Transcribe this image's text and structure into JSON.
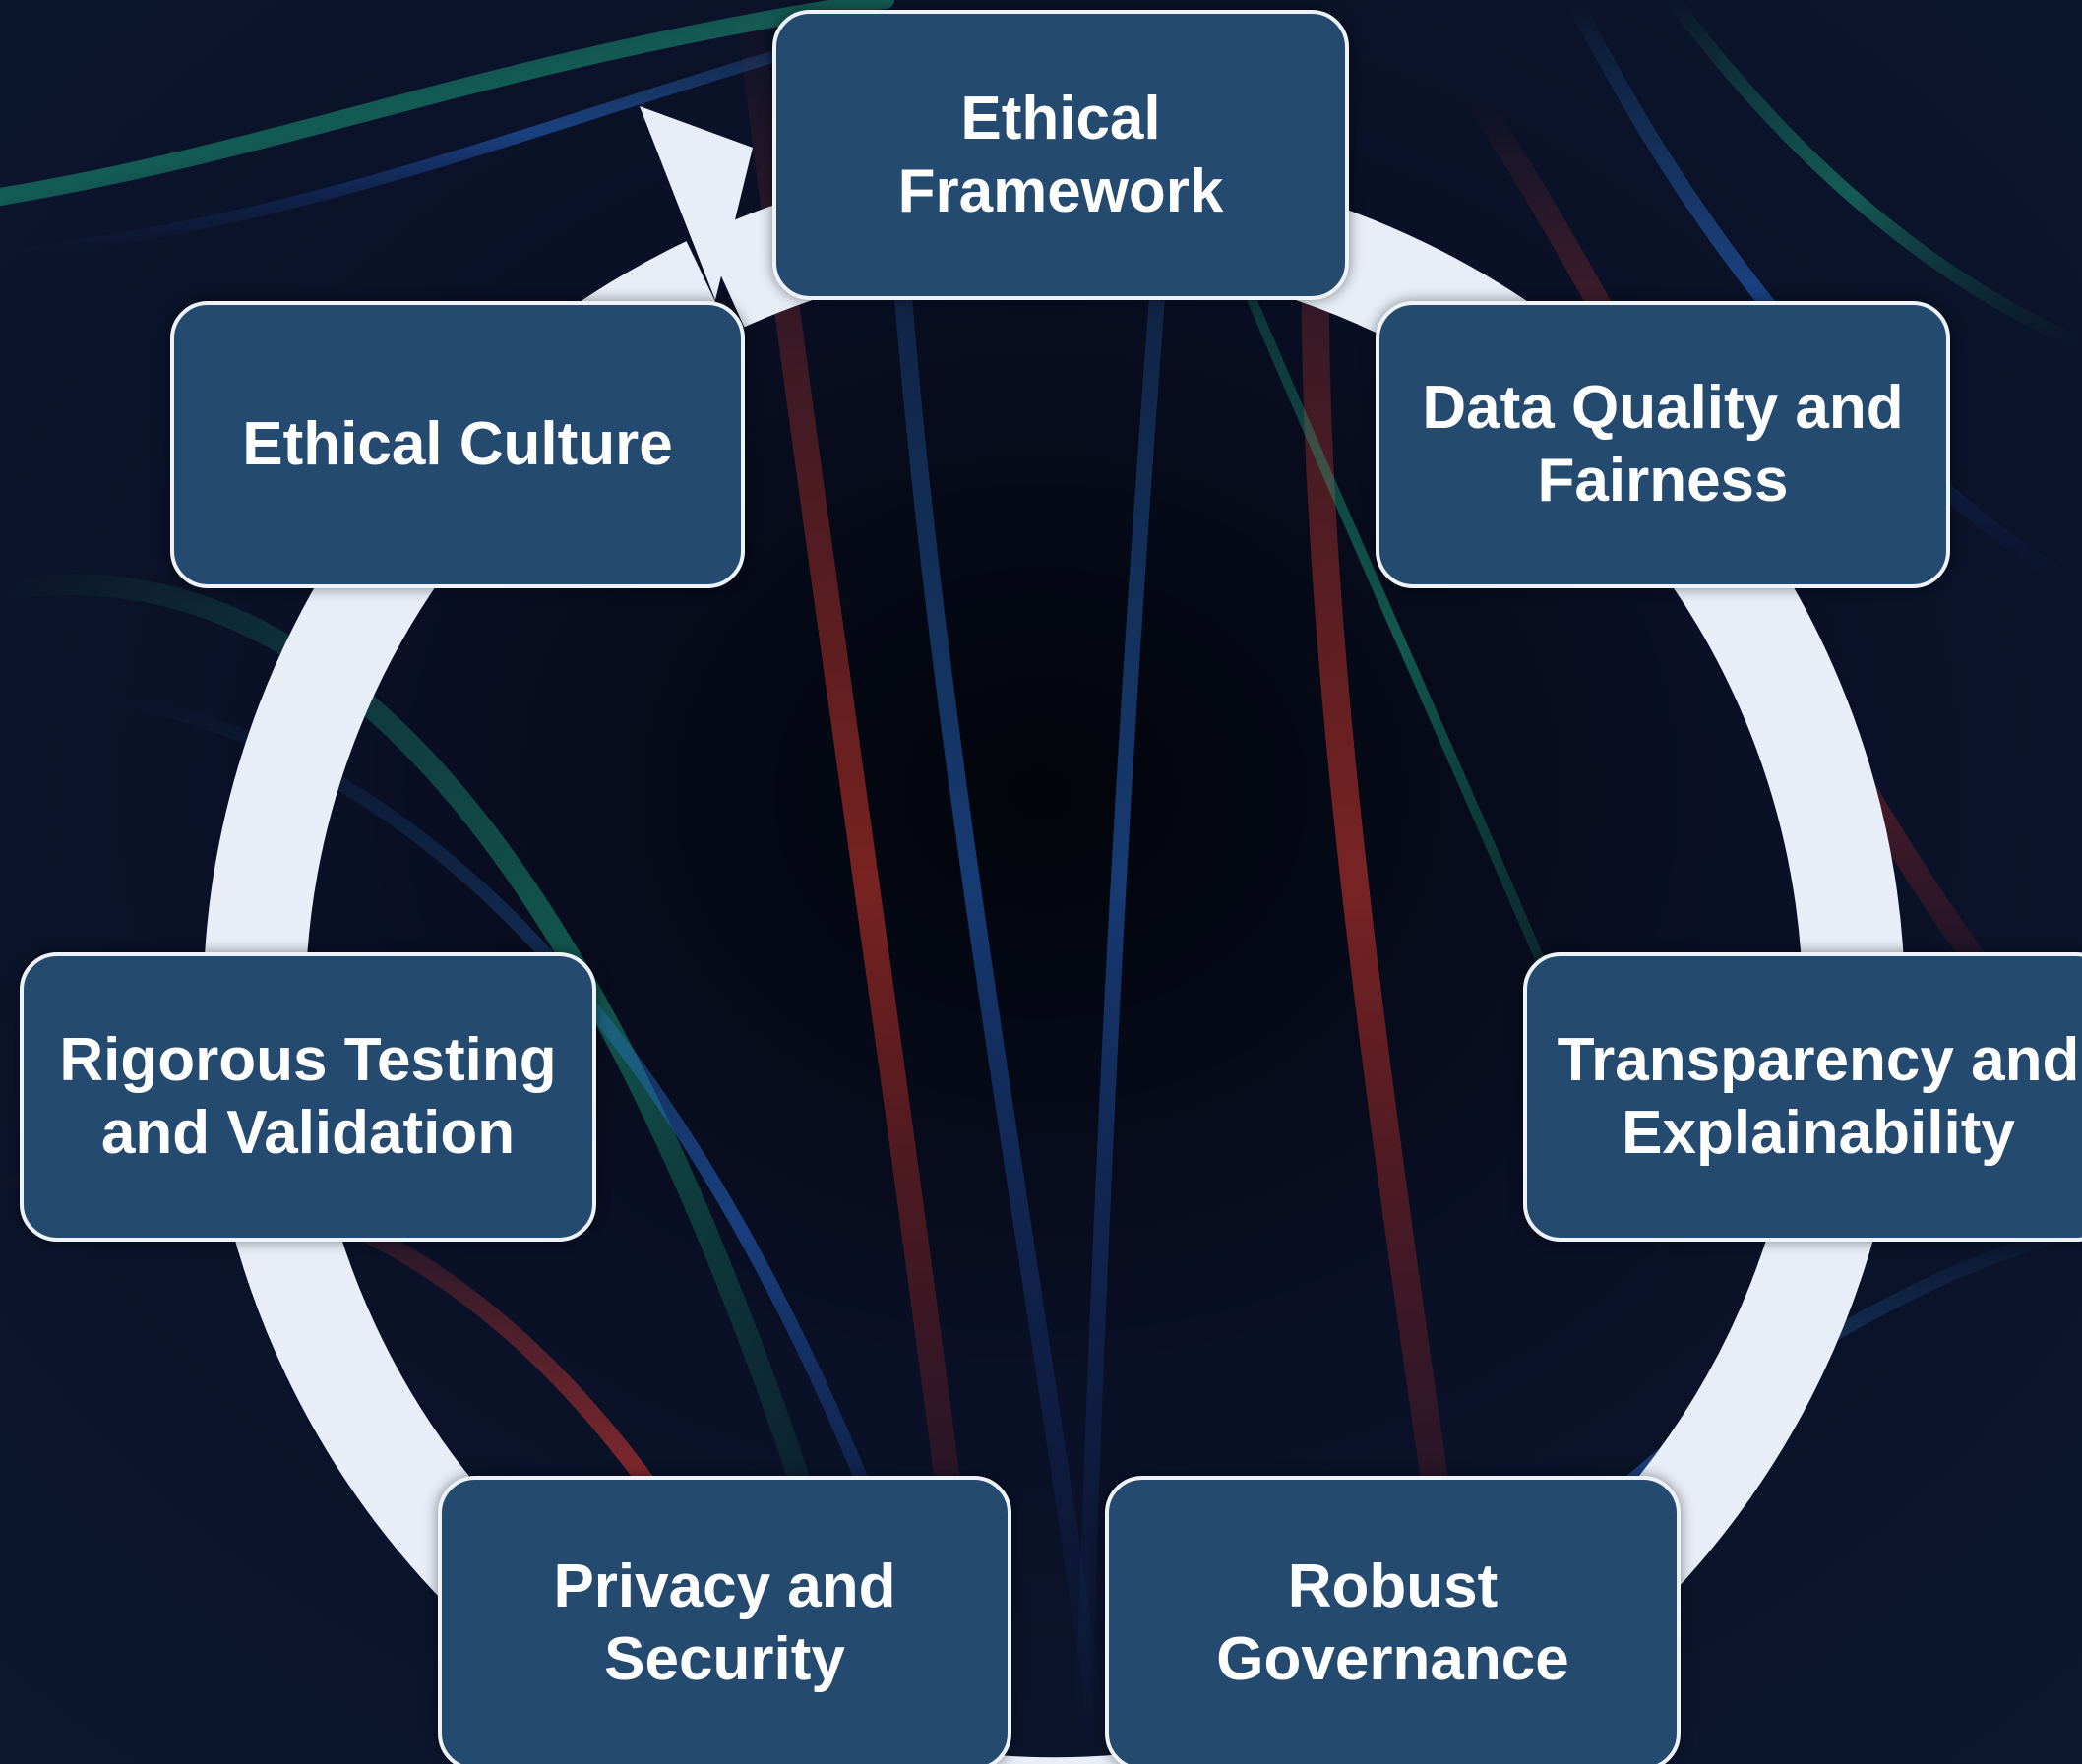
{
  "diagram": {
    "type": "cycle",
    "nodes": [
      {
        "id": "ethical-framework",
        "label": "Ethical Framework"
      },
      {
        "id": "data-quality",
        "label": "Data Quality and Fairness"
      },
      {
        "id": "transparency",
        "label": "Transparency and Explainability"
      },
      {
        "id": "robust-governance",
        "label": "Robust Governance"
      },
      {
        "id": "privacy-security",
        "label": "Privacy and Security"
      },
      {
        "id": "rigorous-testing",
        "label": "Rigorous Testing and Validation"
      },
      {
        "id": "ethical-culture",
        "label": "Ethical Culture"
      }
    ],
    "flow": "clockwise",
    "arrow_points_to": "ethical-framework"
  },
  "colors": {
    "node_fill": "#254a70",
    "node_border": "#eef3fa",
    "ring": "#e8eef7",
    "text": "#ffffff",
    "background": "#050814"
  }
}
